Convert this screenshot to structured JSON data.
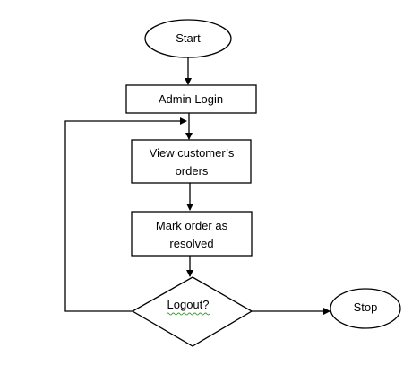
{
  "diagram": {
    "type": "flowchart",
    "nodes": {
      "start": {
        "shape": "ellipse",
        "label": "Start"
      },
      "admin_login": {
        "shape": "rectangle",
        "label": "Admin Login"
      },
      "view_orders": {
        "shape": "rectangle",
        "label_line1": "View customer’s",
        "label_line2": "orders"
      },
      "mark_resolved": {
        "shape": "rectangle",
        "label_line1": "Mark order as",
        "label_line2": "resolved"
      },
      "logout": {
        "shape": "diamond",
        "label": "Logout?"
      },
      "stop": {
        "shape": "ellipse",
        "label": "Stop"
      }
    },
    "edges": [
      {
        "from": "start",
        "to": "admin_login"
      },
      {
        "from": "admin_login",
        "to": "view_orders"
      },
      {
        "from": "view_orders",
        "to": "mark_resolved"
      },
      {
        "from": "mark_resolved",
        "to": "logout"
      },
      {
        "from": "logout",
        "to": "stop"
      },
      {
        "from": "logout",
        "to": "view_orders",
        "type": "loop-back"
      }
    ],
    "colors": {
      "stroke": "#000000",
      "fill": "#ffffff",
      "text": "#000000",
      "spellcheck_underline": "#3a9a3a"
    }
  }
}
